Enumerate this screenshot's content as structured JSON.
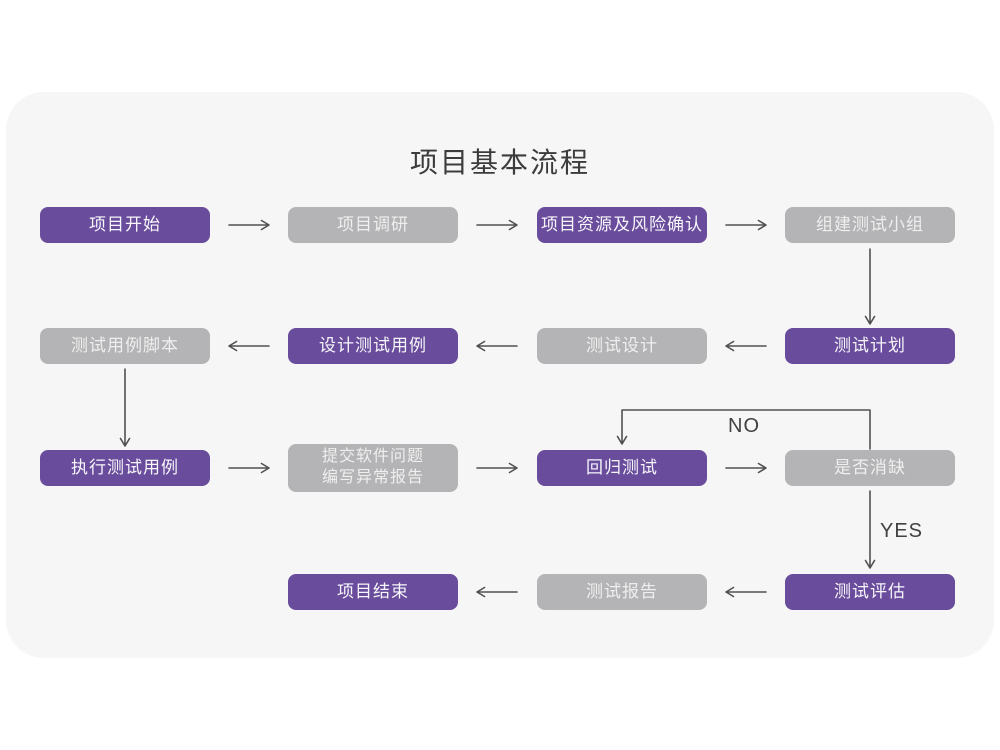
{
  "page": {
    "title": "项目基本流程"
  },
  "colors": {
    "primary": "#6a4c9c",
    "secondary": "#b4b4b6",
    "card_background": "#f6f6f7",
    "page_background": "#ffffff",
    "arrow": "#515151",
    "title_text": "#3c3c3c",
    "branch_text": "#414141"
  },
  "branch_labels": {
    "no": "NO",
    "yes": "YES"
  },
  "nodes": [
    {
      "label": "项目开始",
      "type": "primary"
    },
    {
      "label": "项目调研",
      "type": "secondary"
    },
    {
      "label": "项目资源及风险确认",
      "type": "primary"
    },
    {
      "label": "组建测试小组",
      "type": "secondary"
    },
    {
      "label": "测试计划",
      "type": "primary"
    },
    {
      "label": "测试设计",
      "type": "secondary"
    },
    {
      "label": "设计测试用例",
      "type": "primary"
    },
    {
      "label": "测试用例脚本",
      "type": "secondary"
    },
    {
      "label": "执行测试用例",
      "type": "primary"
    },
    {
      "label": "提交软件问题\n编写异常报告",
      "type": "secondary"
    },
    {
      "label": "回归测试",
      "type": "primary"
    },
    {
      "label": "是否消缺",
      "type": "secondary"
    },
    {
      "label": "测试评估",
      "type": "primary"
    },
    {
      "label": "测试报告",
      "type": "secondary"
    },
    {
      "label": "项目结束",
      "type": "primary"
    }
  ]
}
